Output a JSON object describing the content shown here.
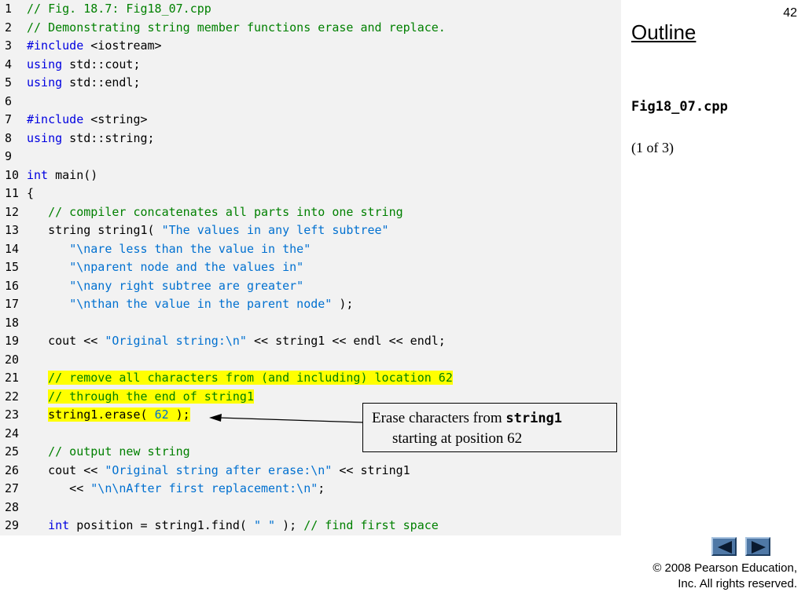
{
  "slide": {
    "number": "42",
    "outline_label": "Outline",
    "file_name": "Fig18_07.cpp",
    "page_of": "(1 of 3)"
  },
  "code": [
    {
      "n": "1",
      "tokens": [
        {
          "t": "cm",
          "s": "// Fig. 18.7: Fig18_07.cpp"
        }
      ]
    },
    {
      "n": "2",
      "tokens": [
        {
          "t": "cm",
          "s": "// Demonstrating string member functions erase and replace."
        }
      ]
    },
    {
      "n": "3",
      "tokens": [
        {
          "t": "kw",
          "s": "#include"
        },
        {
          "t": "tx",
          "s": " <iostream>"
        }
      ]
    },
    {
      "n": "4",
      "tokens": [
        {
          "t": "kw",
          "s": "using"
        },
        {
          "t": "tx",
          "s": " std::cout;"
        }
      ]
    },
    {
      "n": "5",
      "tokens": [
        {
          "t": "kw",
          "s": "using"
        },
        {
          "t": "tx",
          "s": " std::endl;"
        }
      ]
    },
    {
      "n": "6",
      "tokens": []
    },
    {
      "n": "7",
      "tokens": [
        {
          "t": "kw",
          "s": "#include"
        },
        {
          "t": "tx",
          "s": " <string>"
        }
      ]
    },
    {
      "n": "8",
      "tokens": [
        {
          "t": "kw",
          "s": "using"
        },
        {
          "t": "tx",
          "s": " std::string;"
        }
      ]
    },
    {
      "n": "9",
      "tokens": []
    },
    {
      "n": "10",
      "tokens": [
        {
          "t": "kw",
          "s": "int"
        },
        {
          "t": "tx",
          "s": " main()"
        }
      ]
    },
    {
      "n": "11",
      "tokens": [
        {
          "t": "tx",
          "s": "{"
        }
      ]
    },
    {
      "n": "12",
      "tokens": [
        {
          "t": "tx",
          "s": "   "
        },
        {
          "t": "cm",
          "s": "// compiler concatenates all parts into one string"
        }
      ]
    },
    {
      "n": "13",
      "tokens": [
        {
          "t": "tx",
          "s": "   string string1( "
        },
        {
          "t": "st",
          "s": "\"The values in any left subtree\""
        }
      ]
    },
    {
      "n": "14",
      "tokens": [
        {
          "t": "tx",
          "s": "      "
        },
        {
          "t": "st",
          "s": "\"\\nare less than the value in the\""
        }
      ]
    },
    {
      "n": "15",
      "tokens": [
        {
          "t": "tx",
          "s": "      "
        },
        {
          "t": "st",
          "s": "\"\\nparent node and the values in\""
        }
      ]
    },
    {
      "n": "16",
      "tokens": [
        {
          "t": "tx",
          "s": "      "
        },
        {
          "t": "st",
          "s": "\"\\nany right subtree are greater\""
        }
      ]
    },
    {
      "n": "17",
      "tokens": [
        {
          "t": "tx",
          "s": "      "
        },
        {
          "t": "st",
          "s": "\"\\nthan the value in the parent node\""
        },
        {
          "t": "tx",
          "s": " );"
        }
      ]
    },
    {
      "n": "18",
      "tokens": []
    },
    {
      "n": "19",
      "tokens": [
        {
          "t": "tx",
          "s": "   cout << "
        },
        {
          "t": "st",
          "s": "\"Original string:\\n\""
        },
        {
          "t": "tx",
          "s": " << string1 << endl << endl;"
        }
      ]
    },
    {
      "n": "20",
      "tokens": []
    },
    {
      "n": "21",
      "tokens": [
        {
          "t": "tx",
          "s": "   "
        },
        {
          "t": "cm",
          "s": "// remove all characters from (and including) location 62",
          "hl": true
        }
      ]
    },
    {
      "n": "22",
      "tokens": [
        {
          "t": "tx",
          "s": "   "
        },
        {
          "t": "cm",
          "s": "// through the end of string1",
          "hl": true
        }
      ]
    },
    {
      "n": "23",
      "tokens": [
        {
          "t": "tx",
          "s": "   "
        },
        {
          "t": "tx",
          "s": "string1.erase( ",
          "hl": true
        },
        {
          "t": "num",
          "s": "62",
          "hl": true
        },
        {
          "t": "tx",
          "s": " );",
          "hl": true
        }
      ]
    },
    {
      "n": "24",
      "tokens": []
    },
    {
      "n": "25",
      "tokens": [
        {
          "t": "tx",
          "s": "   "
        },
        {
          "t": "cm",
          "s": "// output new string"
        }
      ]
    },
    {
      "n": "26",
      "tokens": [
        {
          "t": "tx",
          "s": "   cout << "
        },
        {
          "t": "st",
          "s": "\"Original string after erase:\\n\""
        },
        {
          "t": "tx",
          "s": " << string1"
        }
      ]
    },
    {
      "n": "27",
      "tokens": [
        {
          "t": "tx",
          "s": "      << "
        },
        {
          "t": "st",
          "s": "\"\\n\\nAfter first replacement:\\n\""
        },
        {
          "t": "tx",
          "s": ";"
        }
      ]
    },
    {
      "n": "28",
      "tokens": []
    },
    {
      "n": "29",
      "tokens": [
        {
          "t": "tx",
          "s": "   "
        },
        {
          "t": "kw",
          "s": "int"
        },
        {
          "t": "tx",
          "s": " position = string1.find( "
        },
        {
          "t": "st",
          "s": "\" \""
        },
        {
          "t": "tx",
          "s": " ); "
        },
        {
          "t": "cm",
          "s": "// find first space"
        }
      ]
    }
  ],
  "callout": {
    "line1_prefix": "Erase characters from ",
    "line1_code": "string1",
    "line2": "starting at position 62"
  },
  "nav": {
    "prev_icon": "triangle-left-icon",
    "next_icon": "triangle-right-icon"
  },
  "footer": {
    "copyright_line1": "© 2008 Pearson Education,",
    "copyright_line2": "Inc.  All rights reserved."
  },
  "colors": {
    "keyword": "#0000e0",
    "comment": "#008000",
    "string": "#0070d0",
    "highlight": "#ffff00",
    "code_background": "#f2f2f2"
  }
}
